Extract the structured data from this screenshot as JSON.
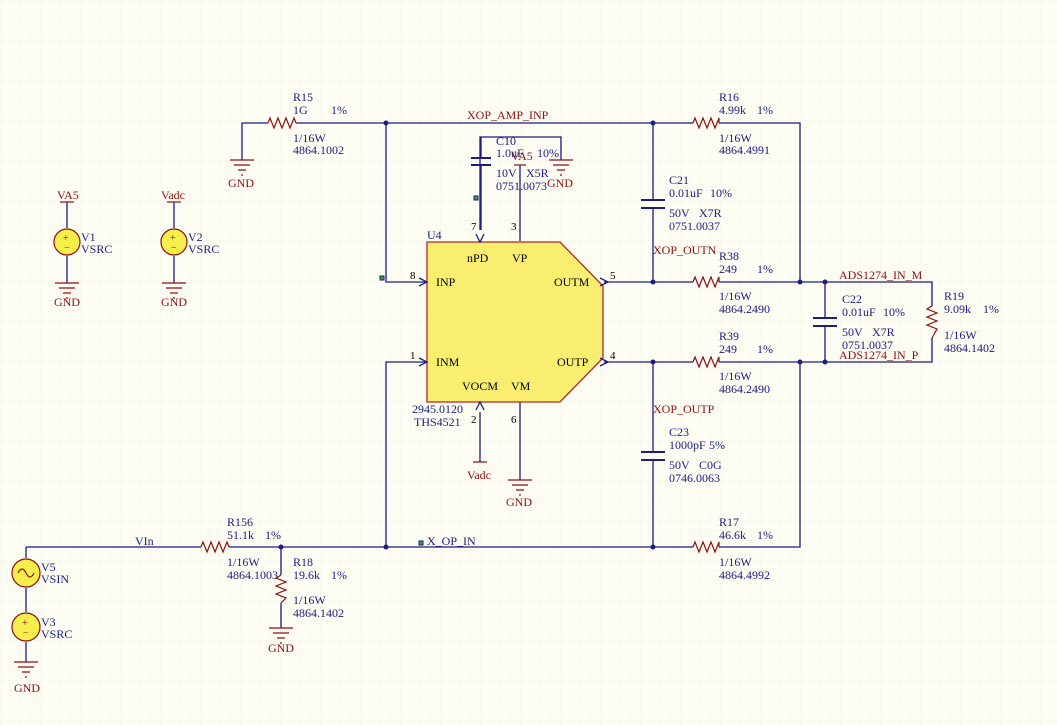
{
  "opamp": {
    "ref": "U4",
    "part_number": "2945.0120",
    "name": "THS4521",
    "pins": {
      "inp": "INP",
      "inm": "INM",
      "outm": "OUTM",
      "outp": "OUTP",
      "npd": "nPD",
      "vp": "VP",
      "vocm": "VOCM",
      "vm": "VM"
    },
    "pin_numbers": {
      "inp": "8",
      "inm": "1",
      "outm": "5",
      "outp": "4",
      "npd": "7",
      "vp": "3",
      "vocm": "2",
      "vm": "6"
    }
  },
  "resistors": {
    "r15": {
      "ref": "R15",
      "value": "1G",
      "tol": "1%",
      "power": "1/16W",
      "pn": "4864.1002"
    },
    "r16": {
      "ref": "R16",
      "value": "4.99k",
      "tol": "1%",
      "power": "1/16W",
      "pn": "4864.4991"
    },
    "r38": {
      "ref": "R38",
      "value": "249",
      "tol": "1%",
      "power": "1/16W",
      "pn": "4864.2490"
    },
    "r39": {
      "ref": "R39",
      "value": "249",
      "tol": "1%",
      "power": "1/16W",
      "pn": "4864.2490"
    },
    "r19": {
      "ref": "R19",
      "value": "9.09k",
      "tol": "1%",
      "power": "1/16W",
      "pn": "4864.1402"
    },
    "r17": {
      "ref": "R17",
      "value": "46.6k",
      "tol": "1%",
      "power": "1/16W",
      "pn": "4864.4992"
    },
    "r156": {
      "ref": "R156",
      "value": "51.1k",
      "tol": "1%",
      "power": "1/16W",
      "pn": "4864.1003"
    },
    "r18": {
      "ref": "R18",
      "value": "19.6k",
      "tol": "1%",
      "power": "1/16W",
      "pn": "4864.1402"
    }
  },
  "capacitors": {
    "c10": {
      "ref": "C10",
      "value": "1.0uF",
      "tol": "10%",
      "voltage": "10V",
      "dielectric": "X5R",
      "pn": "0751.0073"
    },
    "c21": {
      "ref": "C21",
      "value": "0.01uF",
      "tol": "10%",
      "voltage": "50V",
      "dielectric": "X7R",
      "pn": "0751.0037"
    },
    "c22": {
      "ref": "C22",
      "value": "0.01uF",
      "tol": "10%",
      "voltage": "50V",
      "dielectric": "X7R",
      "pn": "0751.0037"
    },
    "c23": {
      "ref": "C23",
      "value": "1000pF",
      "tol": "5%",
      "voltage": "50V",
      "dielectric": "C0G",
      "pn": "0746.0063"
    }
  },
  "sources": {
    "v1": {
      "ref": "V1",
      "type": "VSRC",
      "net": "VA5"
    },
    "v2": {
      "ref": "V2",
      "type": "VSRC",
      "net": "Vadc"
    },
    "v5": {
      "ref": "V5",
      "type": "VSIN"
    },
    "v3": {
      "ref": "V3",
      "type": "VSRC"
    }
  },
  "nets": {
    "xop_amp_inp": "XOP_AMP_INP",
    "xop_outn": "XOP_OUTN",
    "xop_outp": "XOP_OUTP",
    "ads_in_m": "ADS1274_IN_M",
    "ads_in_p": "ADS1274_IN_P",
    "x_op_in": "X_OP_IN",
    "vin": "VIn",
    "va5": "VA5",
    "vadc": "Vadc",
    "gnd": "GND"
  },
  "colors": {
    "background": "#fdfdf4",
    "wire": "#1c1c82",
    "component": "#8b1010",
    "opamp_fill": "#f9ee6f",
    "grid": "#ececdc"
  }
}
